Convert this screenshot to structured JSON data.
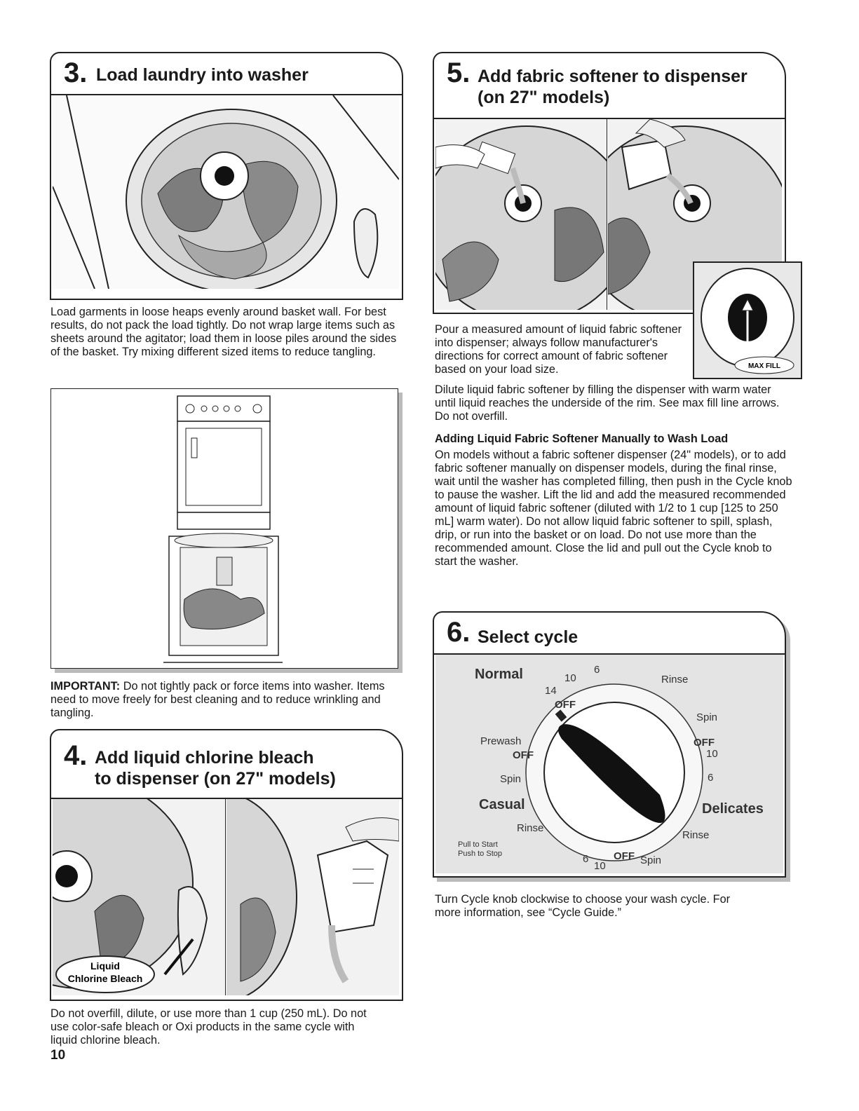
{
  "step3": {
    "number": "3.",
    "title": "Load laundry into washer",
    "body": "Load garments in loose heaps evenly around basket wall. For best results, do not pack the load tightly. Do not wrap large items such as sheets around the agitator; load them in loose piles around the sides of the basket. Try mixing different sized items to reduce tangling."
  },
  "important": {
    "label": "IMPORTANT:",
    "text": "Do not tightly pack or force items into washer. Items need to move freely for best cleaning and to reduce wrinkling and tangling."
  },
  "step4": {
    "number": "4.",
    "title_line1": "Add liquid chlorine bleach",
    "title_line2": "to dispenser (on 27\" models)",
    "callout_line1": "Liquid",
    "callout_line2": "Chlorine Bleach",
    "body": "Do not overfill, dilute, or use more than 1 cup (250 mL). Do not use color-safe bleach or Oxi products in the same cycle with liquid chlorine bleach."
  },
  "step5": {
    "number": "5.",
    "title_line1": "Add fabric softener to dispenser",
    "title_line2": "(on 27\" models)",
    "inset_label": "MAX FILL",
    "intro": "Pour a measured amount of liquid fabric softener into dispenser; always follow manufacturer's directions for correct amount of fabric softener based on your load size.",
    "dilute": "Dilute liquid fabric softener by filling the dispenser with warm water until liquid reaches the underside of the rim. See max fill line arrows. Do not overfill.",
    "manual_heading": "Adding Liquid Fabric Softener Manually to Wash Load",
    "manual_body": "On models without a fabric softener dispenser (24\" models), or to add fabric softener manually on dispenser models, during the final rinse, wait until the washer has completed filling, then push in the Cycle knob to pause the washer. Lift the lid and add the measured recommended amount of liquid fabric softener (diluted with 1/2 to 1 cup [125 to 250 mL] warm water). Do not allow liquid fabric softener to spill, splash, drip, or run into the basket or on load. Do not use more than the recommended amount. Close the lid and pull out the Cycle knob to start the washer."
  },
  "step6": {
    "number": "6.",
    "title": "Select cycle",
    "dial": {
      "normal": "Normal",
      "casual": "Casual",
      "delicates": "Delicates",
      "rinse_top": "Rinse",
      "rinse_left": "Rinse",
      "rinse_right": "Rinse",
      "prewash": "Prewash",
      "spin_left": "Spin",
      "spin_right": "Spin",
      "spin_bottom": "Spin",
      "off_top": "OFF",
      "off_left": "OFF",
      "off_right": "OFF",
      "off_bottom": "OFF",
      "n14": "14",
      "n10_top": "10",
      "n6_top": "6",
      "n10_right": "10",
      "n6_right": "6",
      "n6_bottom": "6",
      "n10_bottom": "10",
      "pull_to_start": "Pull to Start",
      "push_to_stop": "Push to Stop"
    },
    "body": "Turn Cycle knob clockwise to choose your wash cycle. For more information, see “Cycle Guide.”"
  },
  "page_number": "10"
}
